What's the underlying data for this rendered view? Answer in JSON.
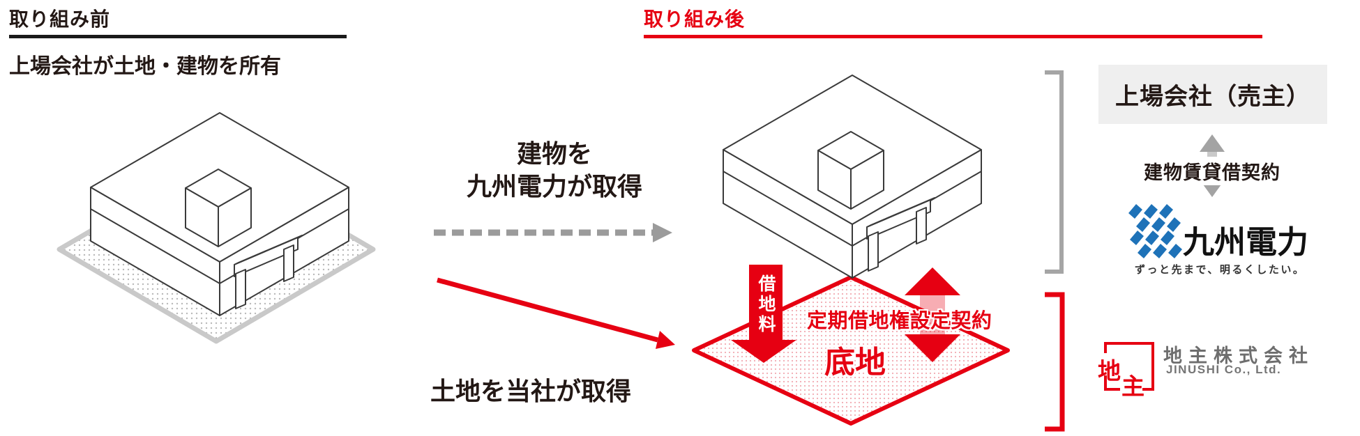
{
  "colors": {
    "brand_red": "#e60012",
    "text_dark": "#231815",
    "arrow_gray": "#9b9b9b",
    "kyuden_blue": "#1e72b8",
    "seller_box_bg": "#efefef",
    "jinushi_gray": "#6e6e6e"
  },
  "before": {
    "title": "取り組み前",
    "subtitle": "上場会社が土地・建物を所有"
  },
  "after": {
    "title": "取り組み後"
  },
  "transfer": {
    "building_line1": "建物を",
    "building_line2": "九州電力が取得",
    "land_label": "土地を当社が取得"
  },
  "land_diagram": {
    "ground_rent": "借地料",
    "lease_contract": "定期借地権設定契約",
    "leased_land": "底地"
  },
  "right_panel": {
    "seller_label": "上場会社（売主）",
    "building_lease_label": "建物賃貸借契約",
    "kyuden_name": "九州電力",
    "kyuden_tagline": "ずっと先まで、明るくしたい。",
    "jinushi_seal_chi": "地",
    "jinushi_seal_shu": "主",
    "jinushi_name": "地主株式会社",
    "jinushi_name_en": "JINUSHI Co., Ltd."
  }
}
